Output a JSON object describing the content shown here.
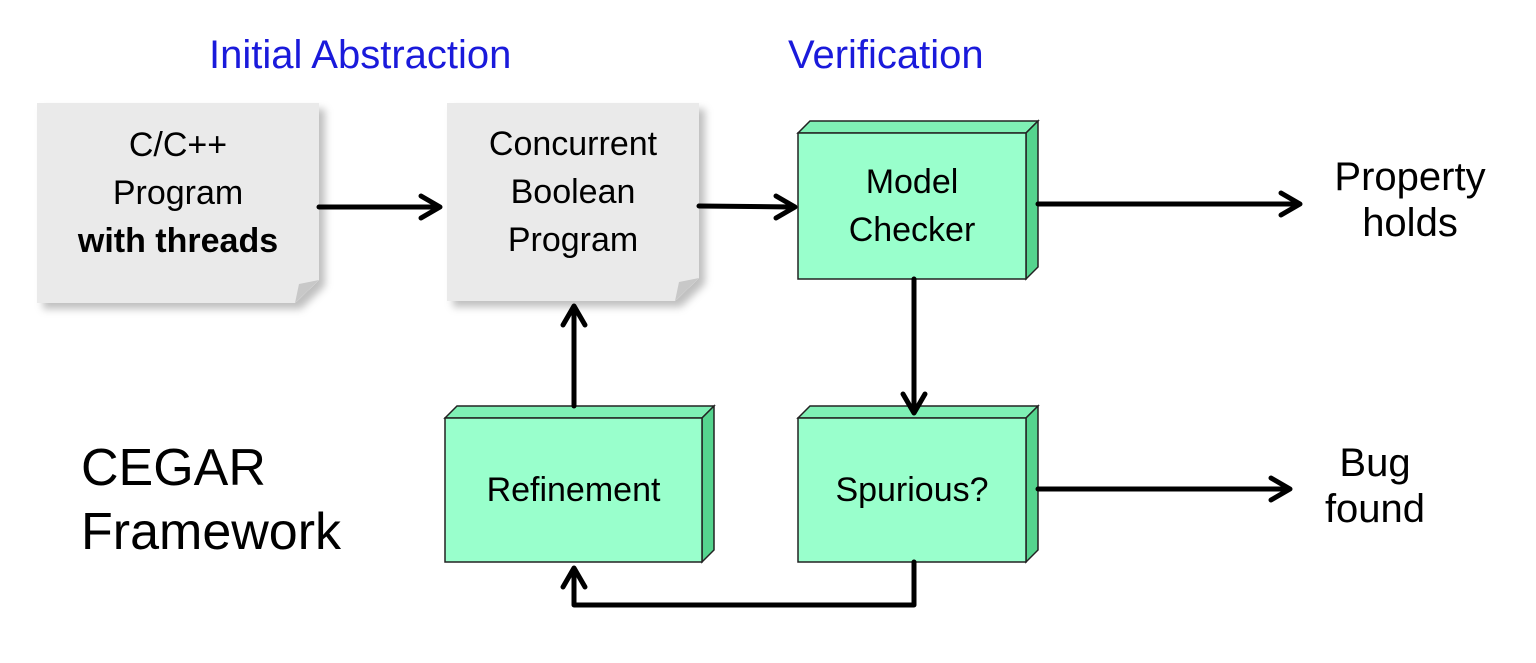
{
  "stage_labels": {
    "initial_abstraction": "Initial Abstraction",
    "verification": "Verification"
  },
  "title": {
    "line1": "CEGAR",
    "line2": "Framework"
  },
  "documents": {
    "source_program": {
      "line1": "C/C++",
      "line2": "Program",
      "line3": "with threads"
    },
    "boolean_program": {
      "line1": "Concurrent",
      "line2": "Boolean",
      "line3": "Program"
    }
  },
  "boxes": {
    "model_checker": {
      "line1": "Model",
      "line2": "Checker"
    },
    "spurious": {
      "label": "Spurious?"
    },
    "refinement": {
      "label": "Refinement"
    }
  },
  "outputs": {
    "property_holds": {
      "line1": "Property",
      "line2": "holds"
    },
    "bug_found": {
      "line1": "Bug",
      "line2": "found"
    }
  },
  "colors": {
    "box_fill": "#99ffcc",
    "box_side": "#55d48e",
    "box_top": "#7ff0b5",
    "note_fill": "#eaeaea",
    "stage_label": "#1a1adb"
  }
}
